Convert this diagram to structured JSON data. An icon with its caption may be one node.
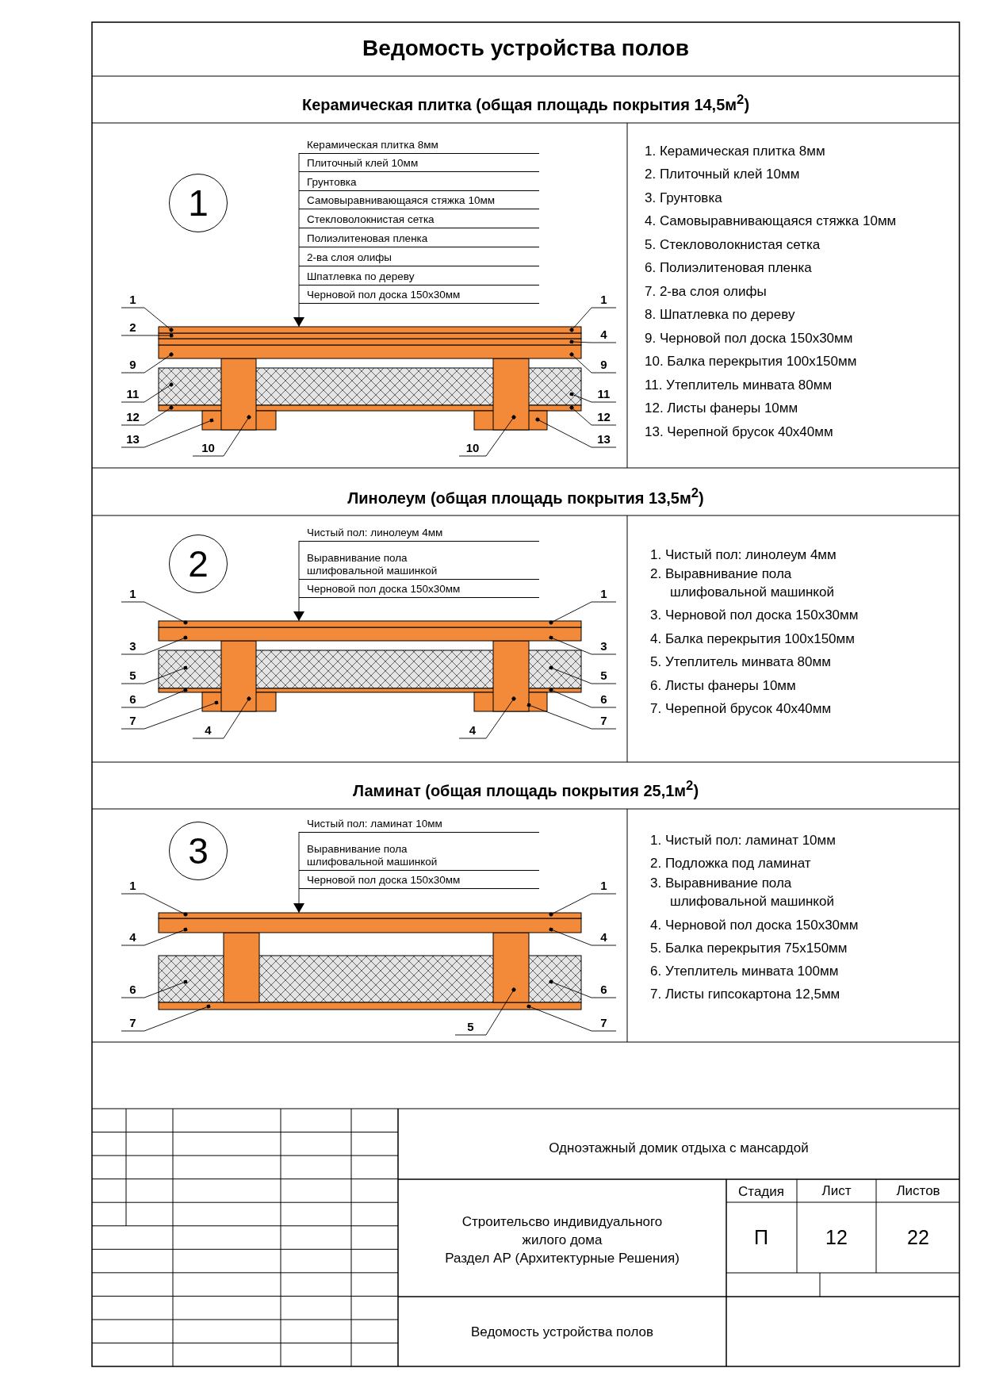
{
  "diagram": {
    "title": "Ведомость устройства полов",
    "nodes": [
      {
        "text": [
          "1"
        ]
      },
      {
        "text": [
          "Керамическая плитка 8мм",
          "Плиточный клей 10мм",
          "Грунтовка",
          "Самовыравнивающаяся стяжка 10мм",
          "Стекловолокнистая сетка",
          "Полиэлитеновая пленка",
          "2-ва слоя олифы",
          "Шпатлевка по дереву",
          "Черновой пол доска 150x30мм"
        ]
      },
      {
        "text": [
          "1"
        ]
      },
      {
        "text": [
          "2"
        ]
      },
      {
        "text": [
          "9"
        ]
      },
      {
        "text": [
          "11"
        ]
      },
      {
        "text": [
          "12"
        ]
      },
      {
        "text": [
          "13"
        ]
      },
      {
        "text": [
          "10"
        ]
      },
      {
        "text": [
          "1"
        ]
      },
      {
        "text": [
          "4"
        ]
      },
      {
        "text": [
          "9"
        ]
      },
      {
        "text": [
          "11"
        ]
      },
      {
        "text": [
          "12"
        ]
      },
      {
        "text": [
          "13"
        ]
      },
      {
        "text": [
          "10"
        ]
      },
      {
        "text": [
          "2"
        ]
      },
      {
        "text": [
          "Чистый пол: линолеум 4мм",
          "Выравнивание пола шлифовальной машинкой",
          "Черновой пол доска 150x30мм"
        ]
      },
      {
        "text": [
          "1"
        ]
      },
      {
        "text": [
          "3"
        ]
      },
      {
        "text": [
          "5"
        ]
      },
      {
        "text": [
          "6"
        ]
      },
      {
        "text": [
          "7"
        ]
      },
      {
        "text": [
          "4"
        ]
      },
      {
        "text": [
          "1"
        ]
      },
      {
        "text": [
          "3"
        ]
      },
      {
        "text": [
          "5"
        ]
      },
      {
        "text": [
          "6"
        ]
      },
      {
        "text": [
          "7"
        ]
      },
      {
        "text": [
          "4"
        ]
      },
      {
        "text": [
          "3"
        ]
      },
      {
        "text": [
          "Чистый пол: ламинат 10мм",
          "Выравнивание пола шлифовальной машинкой",
          "Черновой пол доска 150x30мм"
        ]
      },
      {
        "text": [
          "1"
        ]
      },
      {
        "text": [
          "4"
        ]
      },
      {
        "text": [
          "6"
        ]
      },
      {
        "text": [
          "7"
        ]
      },
      {
        "text": [
          "1"
        ]
      },
      {
        "text": [
          "4"
        ]
      },
      {
        "text": [
          "6"
        ]
      },
      {
        "text": [
          "7"
        ]
      },
      {
        "text": [
          "5"
        ]
      },
      {
        "text": [],
        "shape": "box"
      },
      {
        "text": [],
        "shape": "box"
      },
      {
        "text": [],
        "shape": "box"
      },
      {
        "text": [],
        "shape": "box"
      },
      {
        "text": [],
        "shape": "box"
      },
      {
        "text": [],
        "shape": "box"
      },
      {
        "text": [],
        "shape": "box"
      },
      {
        "text": [],
        "shape": "box"
      },
      {
        "text": [],
        "shape": "box"
      },
      {
        "text": [],
        "shape": "box"
      },
      {
        "text": [],
        "shape": "box"
      },
      {
        "text": [],
        "shape": "box"
      },
      {
        "text": [],
        "shape": "box"
      },
      {
        "text": [],
        "shape": "box"
      },
      {
        "text": [],
        "shape": "box"
      },
      {
        "text": [],
        "shape": "box"
      },
      {
        "text": [],
        "shape": "box"
      },
      {
        "text": [],
        "shape": "box"
      },
      {
        "text": [],
        "shape": "box"
      },
      {
        "text": [],
        "shape": "box"
      },
      {
        "text": [],
        "shape": "box"
      },
      {
        "text": [],
        "shape": "box"
      },
      {
        "text": [],
        "shape": "box"
      },
      {
        "text": [],
        "shape": "box"
      }
    ],
    "edges": [
      {
        "from": 1,
        "to": 41,
        "arrow": "to"
      },
      {
        "from": 2,
        "to": 41,
        "arrow": "other"
      },
      {
        "from": 3,
        "to": 42,
        "arrow": "other"
      },
      {
        "from": 4,
        "to": 44,
        "arrow": "other"
      },
      {
        "from": 5,
        "to": 45,
        "arrow": "other"
      },
      {
        "from": 6,
        "to": 46,
        "arrow": "other"
      },
      {
        "from": 7,
        "to": 49,
        "arrow": "other"
      },
      {
        "from": 8,
        "to": 47,
        "arrow": "other"
      },
      {
        "from": 9,
        "to": 41,
        "arrow": "other"
      },
      {
        "from": 10,
        "to": 43,
        "arrow": "other"
      },
      {
        "from": 11,
        "to": 44,
        "arrow": "other"
      },
      {
        "from": 12,
        "to": 45,
        "arrow": "other"
      },
      {
        "from": 13,
        "to": 46,
        "arrow": "other"
      },
      {
        "from": 14,
        "to": 50,
        "arrow": "other"
      },
      {
        "from": 15,
        "to": 48,
        "arrow": "other"
      },
      {
        "from": 17,
        "to": 51,
        "arrow": "to"
      },
      {
        "from": 18,
        "to": 51,
        "arrow": "other"
      },
      {
        "from": 19,
        "to": 52,
        "arrow": "other"
      },
      {
        "from": 20,
        "to": 53,
        "arrow": "other"
      },
      {
        "from": 21,
        "to": 54,
        "arrow": "other"
      },
      {
        "from": 22,
        "to": 57,
        "arrow": "other"
      },
      {
        "from": 23,
        "to": 55,
        "arrow": "other"
      },
      {
        "from": 24,
        "to": 51,
        "arrow": "other"
      },
      {
        "from": 25,
        "to": 52,
        "arrow": "other"
      },
      {
        "from": 26,
        "to": 53,
        "arrow": "other"
      },
      {
        "from": 27,
        "to": 54,
        "arrow": "other"
      },
      {
        "from": 28,
        "to": 58,
        "arrow": "other"
      },
      {
        "from": 29,
        "to": 56,
        "arrow": "other"
      },
      {
        "from": 31,
        "to": 59,
        "arrow": "to"
      },
      {
        "from": 32,
        "to": 59,
        "arrow": "other"
      },
      {
        "from": 33,
        "to": 60,
        "arrow": "other"
      },
      {
        "from": 34,
        "to": 63,
        "arrow": "other"
      },
      {
        "from": 35,
        "to": 64,
        "arrow": "other"
      },
      {
        "from": 36,
        "to": 59,
        "arrow": "other"
      },
      {
        "from": 37,
        "to": 60,
        "arrow": "other"
      },
      {
        "from": 38,
        "to": 63,
        "arrow": "other"
      },
      {
        "from": 39,
        "to": 64,
        "arrow": "other"
      },
      {
        "from": 40,
        "to": 62,
        "arrow": "other"
      }
    ],
    "labels": [
      "Керамическая плитка (общая площадь покрытия 14,5м$^{2}$)",
      "1. Керамическая плитка 8мм",
      "2. Плиточный клей 10мм",
      "3. Грунтовка",
      "4. Самовыравнивающаяся стяжка 10мм",
      "5. Стекловолокнистая сетка",
      "6. Полиэлитеновая пленка",
      "7. 2-ва слоя олифы",
      "8. Шпатлевка по дереву",
      "9. Черновой пол доска 150x30мм",
      "10. Балка перекрытия 100x150мм",
      "11. Утеплитель минвата 80мм",
      "12. Листы фанеры 10мм",
      "13. Черепной брусок 40x40мм",
      "Линолеум (общая площадь покрытия 13,5м$^{2}$)",
      "1. Чистый пол: линолеум 4мм",
      "2. Выравнивание пола шлифовальной машинкой",
      "3. Черновой пол доска 150x30мм",
      "4. Балка перекрытия 100x150мм",
      "5. Утеплитель минвата 80мм",
      "6. Листы фанеры 10мм",
      "7. Черепной брусок 40x40мм",
      "Ламинат (общая площадь покрытия 25,1м$^{2}$)",
      "1. Чистый пол: ламинат 10мм",
      "2. Подложка под ламинат",
      "3. Выравнивание пола шлифовальной машинкой",
      "4. Черновой пол доска 150x30мм",
      "5. Балка перекрытия 75x150мм",
      "6. Утеплитель минвата 100мм",
      "7. Листы гипсокартона 12,5мм",
      "Одноэтажный домик отдыха с мансардой",
      "Строительсво индивидуального жилого дома",
      "Раздел АР (Архитектурные Решения)",
      "Стадия",
      "Лист",
      "Листов",
      "П",
      "12",
      "22",
      "Ведомость устройства полов"
    ]
  }
}
